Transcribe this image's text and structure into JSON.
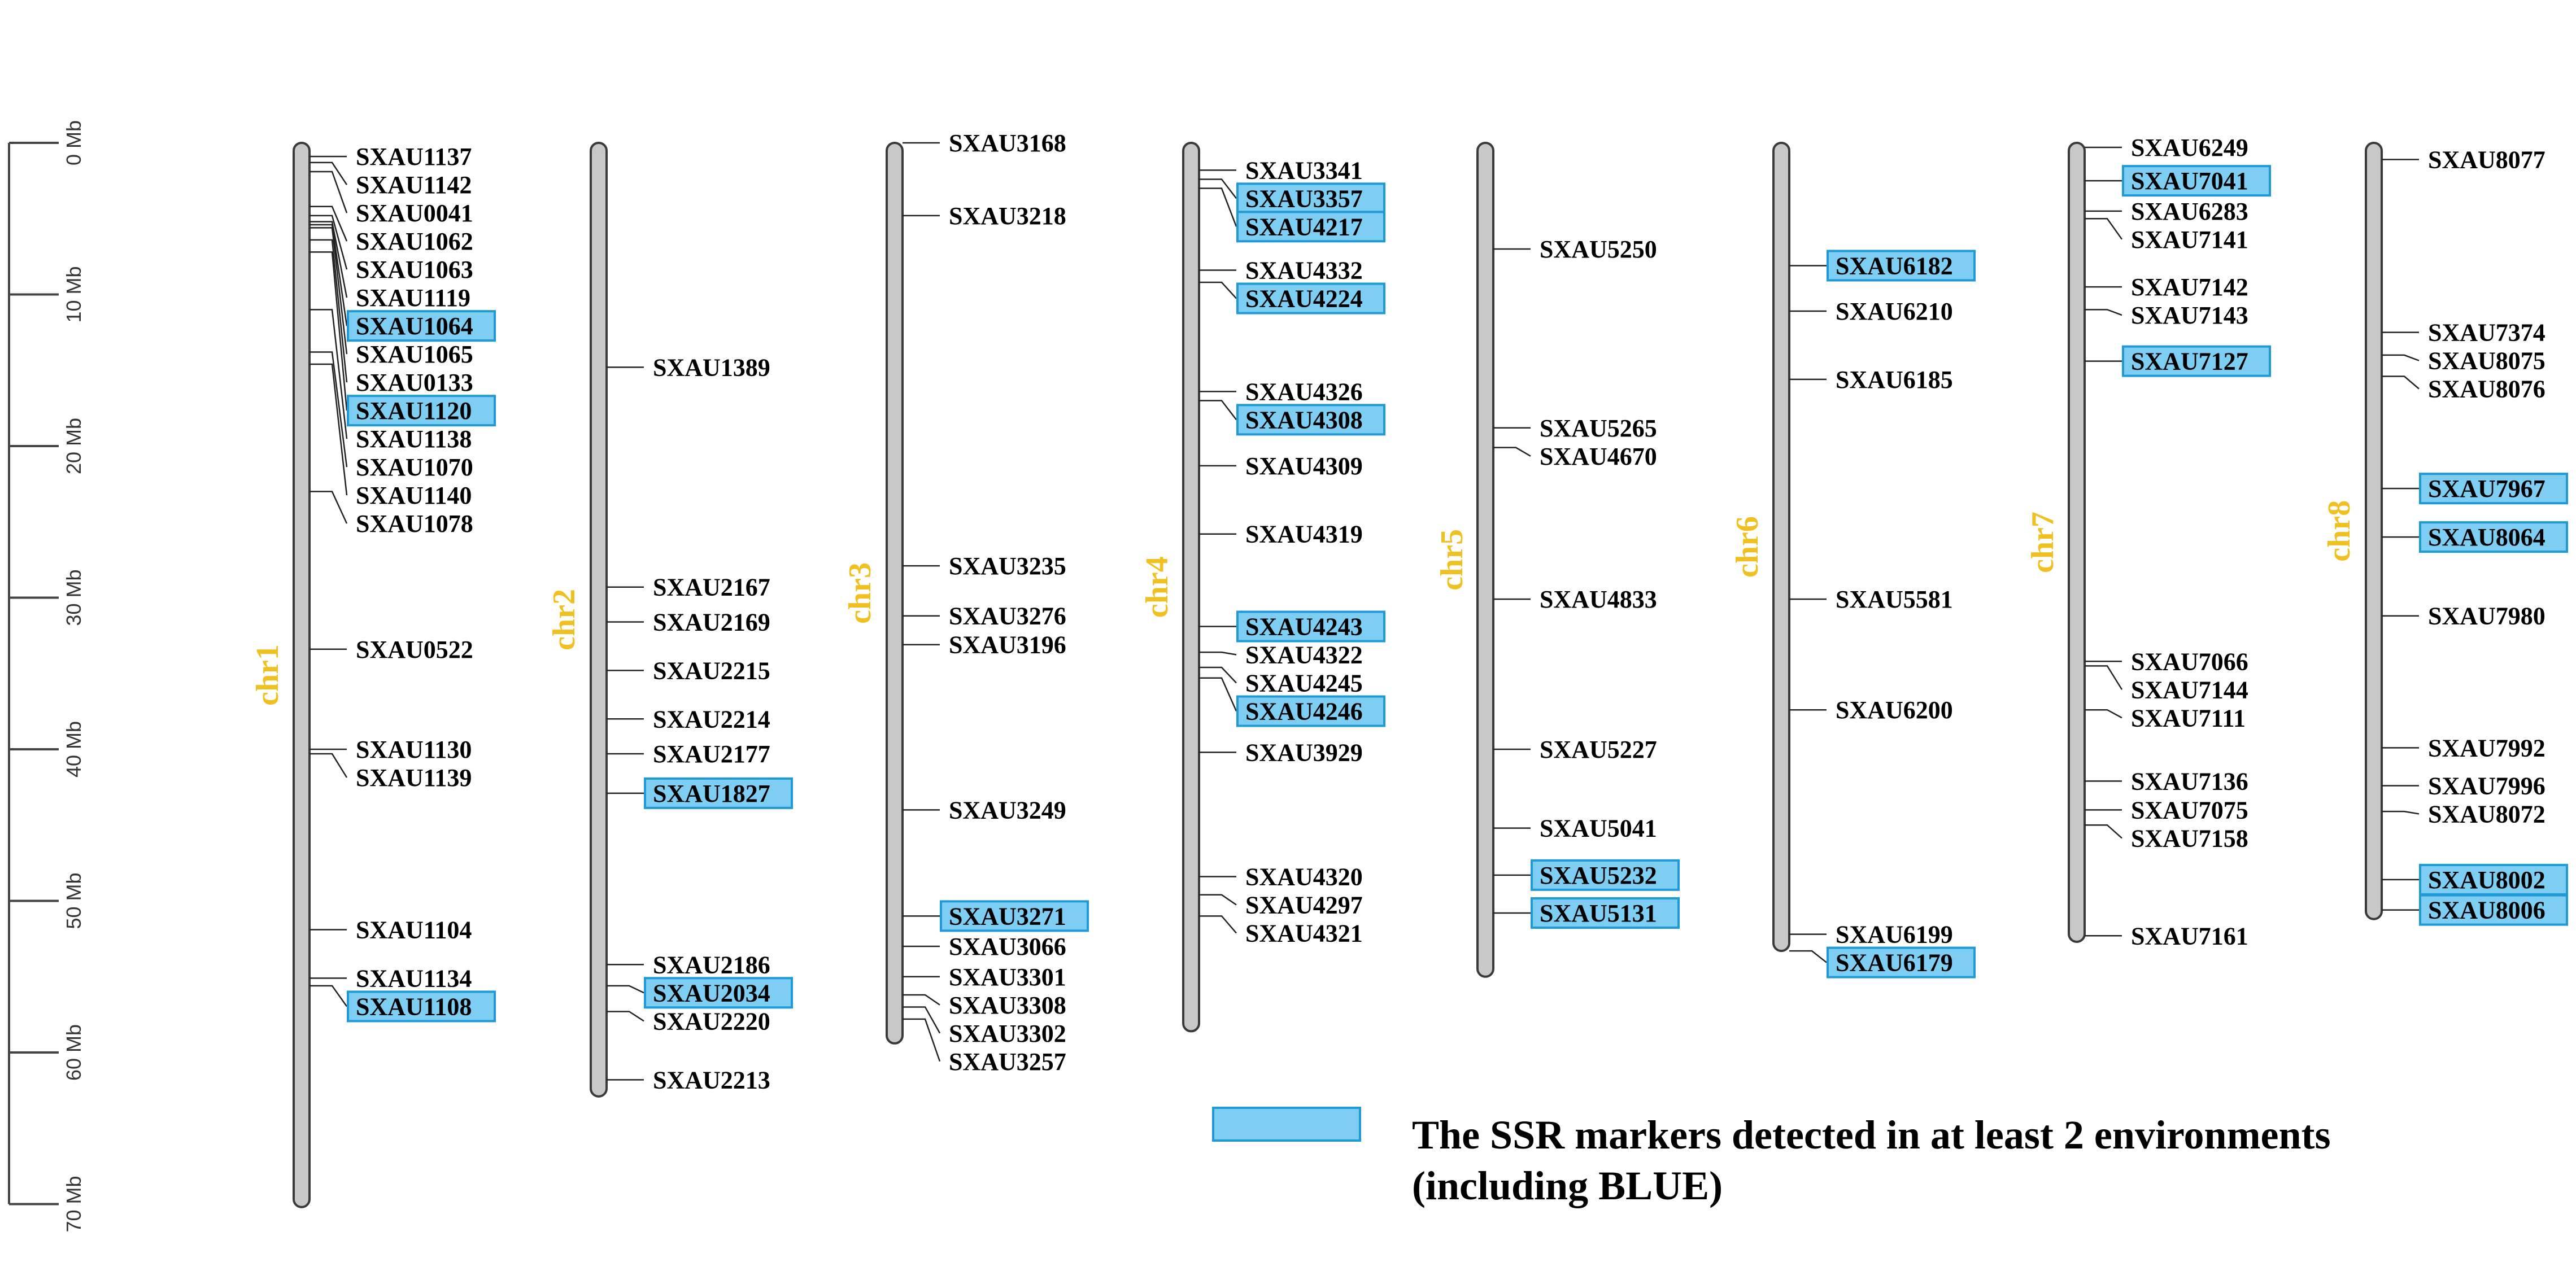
{
  "scale": {
    "unit": "Mb",
    "max": 70,
    "ticks": [
      "0 Mb",
      "10 Mb",
      "20 Mb",
      "30 Mb",
      "40 Mb",
      "50 Mb",
      "60 Mb",
      "70 Mb"
    ]
  },
  "colors": {
    "chromosome_fill": "#c8c8c8",
    "chromosome_stroke": "#3a3a3a",
    "chromosome_label": "#f0c020",
    "highlight_fill": "#7ecef4",
    "highlight_stroke": "#1f9ad6"
  },
  "chromosomes": [
    {
      "name": "chr1",
      "length": 70.2,
      "markers": [
        {
          "name": "SXAU1137",
          "pos": 0.9,
          "highlight": false
        },
        {
          "name": "SXAU1142",
          "pos": 1.3,
          "highlight": false
        },
        {
          "name": "SXAU0041",
          "pos": 1.9,
          "highlight": false
        },
        {
          "name": "SXAU1062",
          "pos": 4.2,
          "highlight": false
        },
        {
          "name": "SXAU1063",
          "pos": 4.8,
          "highlight": false
        },
        {
          "name": "SXAU1119",
          "pos": 5.2,
          "highlight": false
        },
        {
          "name": "SXAU1064",
          "pos": 5.4,
          "highlight": true
        },
        {
          "name": "SXAU1065",
          "pos": 5.6,
          "highlight": false
        },
        {
          "name": "SXAU0133",
          "pos": 6.4,
          "highlight": false
        },
        {
          "name": "SXAU1120",
          "pos": 7.2,
          "highlight": true
        },
        {
          "name": "SXAU1138",
          "pos": 11.0,
          "highlight": false
        },
        {
          "name": "SXAU1070",
          "pos": 13.8,
          "highlight": false
        },
        {
          "name": "SXAU1140",
          "pos": 14.6,
          "highlight": false
        },
        {
          "name": "SXAU1078",
          "pos": 23.0,
          "highlight": false
        },
        {
          "name": "SXAU0522",
          "pos": 33.4,
          "highlight": false
        },
        {
          "name": "SXAU1130",
          "pos": 40.0,
          "highlight": false
        },
        {
          "name": "SXAU1139",
          "pos": 40.3,
          "highlight": false
        },
        {
          "name": "SXAU1104",
          "pos": 51.9,
          "highlight": false
        },
        {
          "name": "SXAU1134",
          "pos": 55.1,
          "highlight": false
        },
        {
          "name": "SXAU1108",
          "pos": 55.6,
          "highlight": true
        }
      ]
    },
    {
      "name": "chr2",
      "length": 62.9,
      "markers": [
        {
          "name": "SXAU1389",
          "pos": 14.8,
          "highlight": false
        },
        {
          "name": "SXAU2167",
          "pos": 29.3,
          "highlight": false
        },
        {
          "name": "SXAU2169",
          "pos": 31.6,
          "highlight": false
        },
        {
          "name": "SXAU2215",
          "pos": 34.8,
          "highlight": false
        },
        {
          "name": "SXAU2214",
          "pos": 38.0,
          "highlight": false
        },
        {
          "name": "SXAU2177",
          "pos": 40.3,
          "highlight": false
        },
        {
          "name": "SXAU1827",
          "pos": 42.9,
          "highlight": true
        },
        {
          "name": "SXAU2186",
          "pos": 54.2,
          "highlight": false
        },
        {
          "name": "SXAU2034",
          "pos": 55.6,
          "highlight": true
        },
        {
          "name": "SXAU2220",
          "pos": 57.3,
          "highlight": false
        },
        {
          "name": "SXAU2213",
          "pos": 61.8,
          "highlight": false
        }
      ]
    },
    {
      "name": "chr3",
      "length": 59.4,
      "markers": [
        {
          "name": "SXAU3168",
          "pos": 0.0,
          "highlight": false
        },
        {
          "name": "SXAU3218",
          "pos": 4.8,
          "highlight": false
        },
        {
          "name": "SXAU3235",
          "pos": 27.9,
          "highlight": false
        },
        {
          "name": "SXAU3276",
          "pos": 31.2,
          "highlight": false
        },
        {
          "name": "SXAU3196",
          "pos": 33.1,
          "highlight": false
        },
        {
          "name": "SXAU3249",
          "pos": 44.0,
          "highlight": false
        },
        {
          "name": "SXAU3271",
          "pos": 51.0,
          "highlight": true
        },
        {
          "name": "SXAU3066",
          "pos": 53.0,
          "highlight": false
        },
        {
          "name": "SXAU3301",
          "pos": 55.0,
          "highlight": false
        },
        {
          "name": "SXAU3308",
          "pos": 56.2,
          "highlight": false
        },
        {
          "name": "SXAU3302",
          "pos": 57.0,
          "highlight": false
        },
        {
          "name": "SXAU3257",
          "pos": 57.8,
          "highlight": false
        }
      ]
    },
    {
      "name": "chr4",
      "length": 58.6,
      "markers": [
        {
          "name": "SXAU3341",
          "pos": 1.8,
          "highlight": false
        },
        {
          "name": "SXAU3357",
          "pos": 2.4,
          "highlight": true
        },
        {
          "name": "SXAU4217",
          "pos": 3.0,
          "highlight": true
        },
        {
          "name": "SXAU4332",
          "pos": 8.4,
          "highlight": false
        },
        {
          "name": "SXAU4224",
          "pos": 9.2,
          "highlight": true
        },
        {
          "name": "SXAU4326",
          "pos": 16.4,
          "highlight": false
        },
        {
          "name": "SXAU4308",
          "pos": 17.0,
          "highlight": true
        },
        {
          "name": "SXAU4309",
          "pos": 21.3,
          "highlight": false
        },
        {
          "name": "SXAU4319",
          "pos": 25.8,
          "highlight": false
        },
        {
          "name": "SXAU4243",
          "pos": 31.9,
          "highlight": true
        },
        {
          "name": "SXAU4322",
          "pos": 33.6,
          "highlight": false
        },
        {
          "name": "SXAU4245",
          "pos": 34.6,
          "highlight": false
        },
        {
          "name": "SXAU4246",
          "pos": 35.3,
          "highlight": true
        },
        {
          "name": "SXAU3929",
          "pos": 40.2,
          "highlight": false
        },
        {
          "name": "SXAU4320",
          "pos": 48.4,
          "highlight": false
        },
        {
          "name": "SXAU4297",
          "pos": 49.6,
          "highlight": false
        },
        {
          "name": "SXAU4321",
          "pos": 51.0,
          "highlight": false
        }
      ]
    },
    {
      "name": "chr5",
      "length": 55.0,
      "markers": [
        {
          "name": "SXAU5250",
          "pos": 7.0,
          "highlight": false
        },
        {
          "name": "SXAU5265",
          "pos": 18.8,
          "highlight": false
        },
        {
          "name": "SXAU4670",
          "pos": 20.1,
          "highlight": false
        },
        {
          "name": "SXAU4833",
          "pos": 30.1,
          "highlight": false
        },
        {
          "name": "SXAU5227",
          "pos": 40.0,
          "highlight": false
        },
        {
          "name": "SXAU5041",
          "pos": 45.2,
          "highlight": false
        },
        {
          "name": "SXAU5232",
          "pos": 48.3,
          "highlight": true
        },
        {
          "name": "SXAU5131",
          "pos": 50.8,
          "highlight": true
        }
      ]
    },
    {
      "name": "chr6",
      "length": 53.3,
      "markers": [
        {
          "name": "SXAU6182",
          "pos": 8.1,
          "highlight": true
        },
        {
          "name": "SXAU6210",
          "pos": 11.1,
          "highlight": false
        },
        {
          "name": "SXAU6185",
          "pos": 15.6,
          "highlight": false
        },
        {
          "name": "SXAU5581",
          "pos": 30.1,
          "highlight": false
        },
        {
          "name": "SXAU6200",
          "pos": 37.4,
          "highlight": false
        },
        {
          "name": "SXAU6199",
          "pos": 52.2,
          "highlight": false
        },
        {
          "name": "SXAU6179",
          "pos": 53.3,
          "highlight": true
        }
      ]
    },
    {
      "name": "chr7",
      "length": 52.7,
      "markers": [
        {
          "name": "SXAU6249",
          "pos": 0.3,
          "highlight": false
        },
        {
          "name": "SXAU7041",
          "pos": 2.5,
          "highlight": true
        },
        {
          "name": "SXAU6283",
          "pos": 4.5,
          "highlight": false
        },
        {
          "name": "SXAU7141",
          "pos": 5.0,
          "highlight": false
        },
        {
          "name": "SXAU7142",
          "pos": 9.5,
          "highlight": false
        },
        {
          "name": "SXAU7143",
          "pos": 11.0,
          "highlight": false
        },
        {
          "name": "SXAU7127",
          "pos": 14.4,
          "highlight": true
        },
        {
          "name": "SXAU7066",
          "pos": 34.2,
          "highlight": false
        },
        {
          "name": "SXAU7144",
          "pos": 34.5,
          "highlight": false
        },
        {
          "name": "SXAU7111",
          "pos": 37.4,
          "highlight": false
        },
        {
          "name": "SXAU7136",
          "pos": 42.1,
          "highlight": false
        },
        {
          "name": "SXAU7075",
          "pos": 44.0,
          "highlight": false
        },
        {
          "name": "SXAU7158",
          "pos": 45.0,
          "highlight": false
        },
        {
          "name": "SXAU7161",
          "pos": 52.3,
          "highlight": false
        }
      ]
    },
    {
      "name": "chr8",
      "length": 51.2,
      "markers": [
        {
          "name": "SXAU8077",
          "pos": 1.1,
          "highlight": false
        },
        {
          "name": "SXAU7374",
          "pos": 12.5,
          "highlight": false
        },
        {
          "name": "SXAU8075",
          "pos": 14.0,
          "highlight": false
        },
        {
          "name": "SXAU8076",
          "pos": 15.4,
          "highlight": false
        },
        {
          "name": "SXAU7967",
          "pos": 22.8,
          "highlight": true
        },
        {
          "name": "SXAU8064",
          "pos": 26.0,
          "highlight": true
        },
        {
          "name": "SXAU7980",
          "pos": 31.2,
          "highlight": false
        },
        {
          "name": "SXAU7992",
          "pos": 39.9,
          "highlight": false
        },
        {
          "name": "SXAU7996",
          "pos": 42.4,
          "highlight": false
        },
        {
          "name": "SXAU8072",
          "pos": 44.1,
          "highlight": false
        },
        {
          "name": "SXAU8002",
          "pos": 48.6,
          "highlight": true
        },
        {
          "name": "SXAU8006",
          "pos": 50.6,
          "highlight": true
        }
      ]
    }
  ],
  "legend": {
    "line1": "The SSR markers detected in at least  2 environments",
    "line2": "(including BLUE)"
  }
}
